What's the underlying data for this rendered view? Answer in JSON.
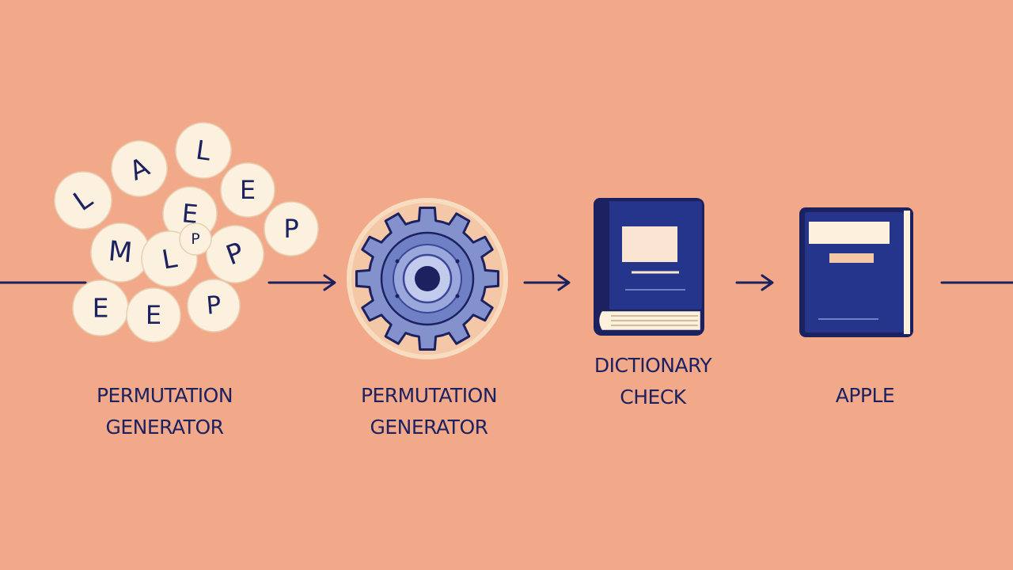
{
  "colors": {
    "background": "#f2a98a",
    "ink": "#1c2160",
    "tile": "#fbf1de",
    "book_blue": "#26358c",
    "page_cream": "#fdf0dc",
    "gear_steel": "#8392cc",
    "gear_ring": "#5a6ab3"
  },
  "stages": [
    {
      "icon": "letter-tiles-icon",
      "label_lines": [
        "PERMUTATION",
        "GENERATOR"
      ]
    },
    {
      "icon": "gear-icon",
      "label_lines": [
        "PERMUTATION",
        "GENERATOR"
      ]
    },
    {
      "icon": "dictionary-book-icon",
      "label_lines": [
        "DICTIONARY",
        "CHECK"
      ]
    },
    {
      "icon": "book-icon",
      "label_lines": [
        "APPLE"
      ]
    }
  ],
  "letter_tiles": [
    "L",
    "A",
    "L",
    "E",
    "E",
    "P",
    "P",
    "M",
    "L",
    "E",
    "E",
    "P",
    "P"
  ]
}
